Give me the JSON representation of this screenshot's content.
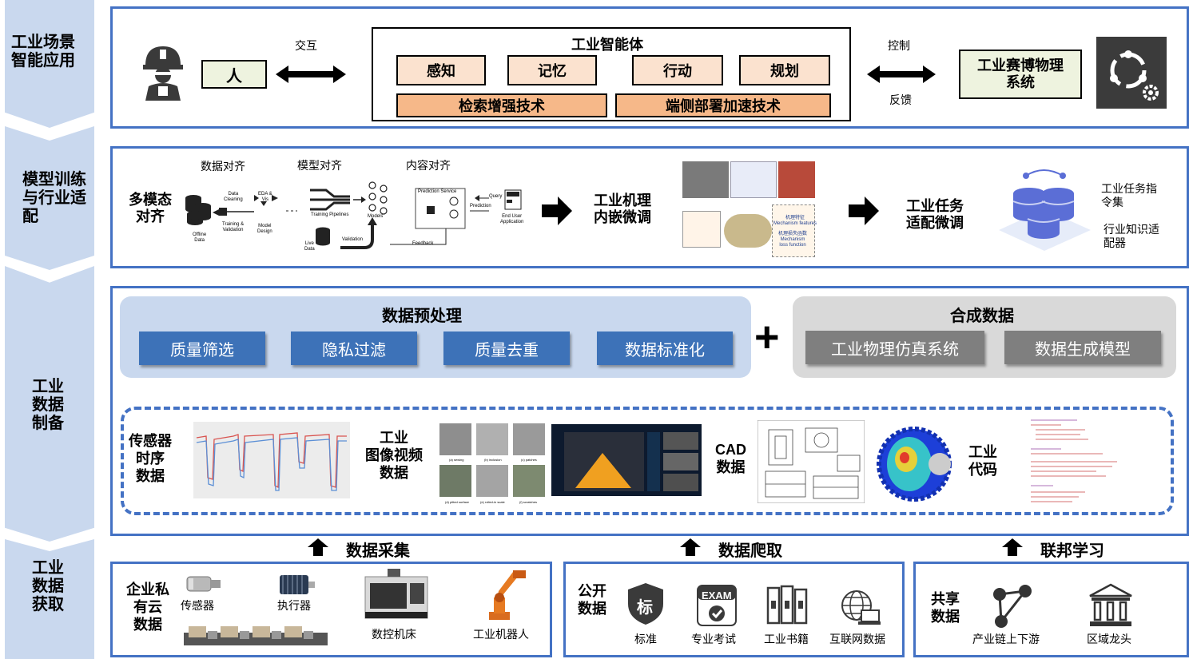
{
  "rows": {
    "app": {
      "label": "工业场景\n智能应用",
      "human": "人",
      "interaction": "交互",
      "agent": {
        "title": "工业智能体",
        "modules": [
          "感知",
          "记忆",
          "行动",
          "规划"
        ],
        "techs": [
          "检索增强技术",
          "端侧部署加速技术"
        ]
      },
      "control": "控制",
      "feedback": "反馈",
      "system": "工业赛博物理\n系统"
    },
    "train": {
      "label": "模型训练\n与行业适\n配",
      "multimodal": "多模态\n对齐",
      "align_data": "数据对齐",
      "align_model": "模型对齐",
      "align_content": "内容对齐",
      "diagram_text": {
        "offline": "Offline\nData",
        "data_cleaning": "Data\nCleaning",
        "eda": "EDA &\nVis",
        "training": "Training &\nValidation",
        "model_design": "Model\nDesign",
        "training_pipelines": "Training Pipelines",
        "models": "Models",
        "live": "Live\nData",
        "validation": "Validation",
        "prediction_service": "Prediction Service",
        "query": "Query",
        "prediction": "Prediction",
        "end_user": "End User\nApplication",
        "feedback": "Feedback",
        "mech_feature": "机理特征\nMechanism features",
        "mech_loss": "机理损失函数\nMechanism\nloss function"
      },
      "mechanism": "工业机理\n内嵌微调",
      "task": "工业任务\n适配微调",
      "task_items": [
        "工业任务指\n令集",
        "行业知识适\n配器"
      ]
    },
    "prep": {
      "label": "工业\n数据\n制备",
      "preprocess_title": "数据预处理",
      "preprocess_items": [
        "质量筛选",
        "隐私过滤",
        "质量去重",
        "数据标准化"
      ],
      "plus": "+",
      "synth_title": "合成数据",
      "synth_items": [
        "工业物理仿真系统",
        "数据生成模型"
      ],
      "datatypes": [
        "传感器\n时序\n数据",
        "工业\n图像视频\n数据",
        "CAD\n数据",
        "工业\n代码"
      ],
      "image_captions": [
        "(a) sewing",
        "(b) inclusion",
        "(c) patches",
        "(d) pitted surface",
        "(e) rolled-in scale",
        "(f) scratches"
      ]
    },
    "acquire": {
      "label": "工业\n数据\n获取",
      "collect": "数据采集",
      "crawl": "数据爬取",
      "federated": "联邦学习",
      "private": {
        "title": "企业私\n有云\n数据",
        "items": [
          "传感器",
          "执行器",
          "数控机床",
          "工业机器人"
        ]
      },
      "public": {
        "title": "公开\n数据",
        "items": [
          "标准",
          "专业考试",
          "工业书籍",
          "互联网数据"
        ],
        "standard_glyph": "标",
        "exam_glyph": "EXAM"
      },
      "shared": {
        "title": "共享\n数据",
        "items": [
          "产业链上下游",
          "区域龙头"
        ]
      }
    }
  },
  "colors": {
    "panel_border": "#4472c4",
    "chevron": "#c9d8ee",
    "button_blue": "#3d72b8",
    "button_gray": "#7f7f7f",
    "agent_module": "#fbe2cf",
    "agent_tech": "#f6b889"
  }
}
